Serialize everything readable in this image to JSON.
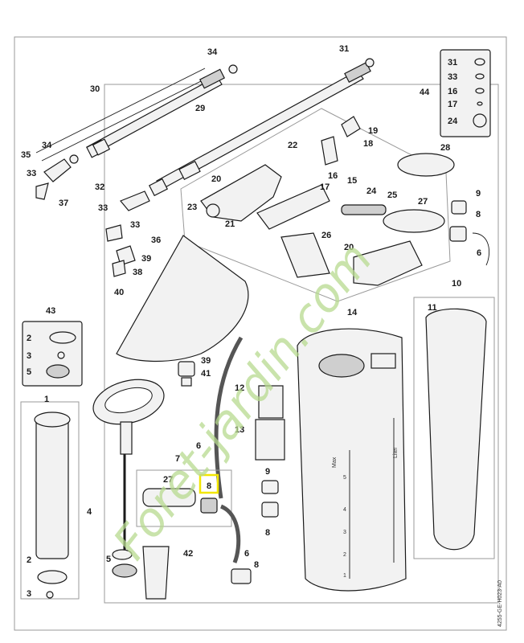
{
  "diagram": {
    "labels": [
      "1",
      "2",
      "3",
      "4",
      "5",
      "6",
      "7",
      "8",
      "9",
      "10",
      "11",
      "12",
      "13",
      "14",
      "15",
      "16",
      "17",
      "18",
      "19",
      "20",
      "21",
      "22",
      "23",
      "24",
      "25",
      "26",
      "27",
      "28",
      "29",
      "30",
      "31",
      "32",
      "33",
      "34",
      "35",
      "36",
      "37",
      "38",
      "39",
      "40",
      "41",
      "42",
      "43",
      "44"
    ],
    "highlighted_label": "8",
    "highlight_color": "#f2e600",
    "watermark": "Foret-jardin.com",
    "watermark_color": "#9fcc6a",
    "code_text": "4255-GE-H023-A0",
    "tank_marks": {
      "max": "Max",
      "liter": "Liter",
      "scale": [
        "1",
        "2",
        "3",
        "4",
        "5"
      ]
    },
    "legend_44": [
      "31",
      "33",
      "16",
      "17",
      "24"
    ],
    "legend_43": [
      "2",
      "3",
      "5"
    ]
  }
}
